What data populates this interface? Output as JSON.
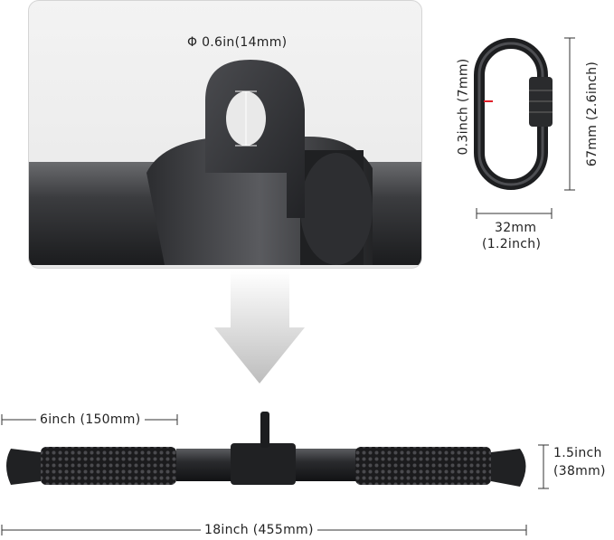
{
  "zoom": {
    "hole_diameter_label": "Φ 0.6in(14mm)"
  },
  "carabiner": {
    "gate_label": "0.3inch (7mm)",
    "height_label": "67mm (2.6inch)",
    "width_label_line1": "32mm",
    "width_label_line2": "(1.2inch)"
  },
  "bar": {
    "grip_length_label": "6inch (150mm)",
    "diameter_label_line1": "1.5inch",
    "diameter_label_line2": "(38mm)",
    "total_length_label": "18inch (455mm)"
  },
  "colors": {
    "metal": "#2a2b2d",
    "arrow": "#c8c8c8",
    "dim_line": "#333333",
    "accent": "#e0202a"
  }
}
